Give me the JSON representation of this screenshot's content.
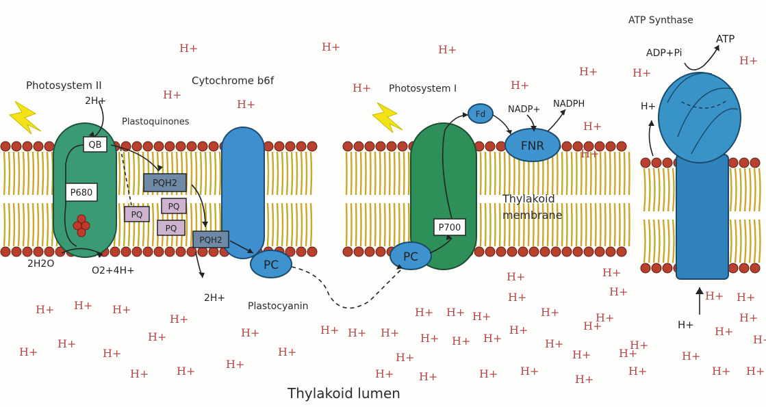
{
  "labels": {
    "photosystem2": "Photosystem II",
    "cytochrome": "Cytochrome b6f",
    "plastoquinones": "Plastoquinones",
    "photosystem1": "Photosystem I",
    "atp_synthase": "ATP Synthase",
    "thylakoid_membrane_1": "Thylakoid",
    "thylakoid_membrane_2": "membrane",
    "thylakoid_lumen": "Thylakoid lumen",
    "plastocyanin": "Plastocyanin"
  },
  "molecules": {
    "qb": "QB",
    "p680": "P680",
    "pqh2_top": "PQH2",
    "pq_1": "PQ",
    "pq_2": "PQ",
    "pq_3": "PQ",
    "pqh2_bottom": "PQH2",
    "pc_1": "PC",
    "pc_2": "PC",
    "p700": "P700",
    "fd": "Fd",
    "fnr": "FNR",
    "nadp": "NADP+",
    "nadph": "NADPH",
    "adp_pi": "ADP+Pi",
    "atp": "ATP",
    "two_h_top": "2H+",
    "two_h2o": "2H2O",
    "o2_4h": "O2+4H+",
    "two_h_bottom": "2H+",
    "h_atp_left": "H+",
    "h_atp_bottom": "H+"
  },
  "proton_symbol": "H+",
  "colors": {
    "psii_green": "#3a9a74",
    "cyt_blue": "#3f8fcf",
    "psi_green": "#2f8f58",
    "atp_blue": "#2f82ba",
    "head_red": "#b8402e",
    "tail_yellow": "#c9a72a",
    "lightning": "#f2e316",
    "pq_purple": "#cdb3cf",
    "pqh2_slate": "#6f8aa6",
    "proton_red": "#b3474a"
  }
}
